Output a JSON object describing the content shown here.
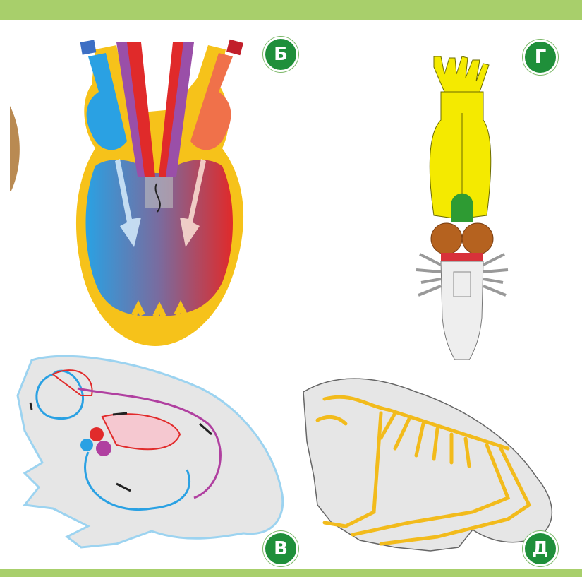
{
  "labels": {
    "b": "Б",
    "g": "Г",
    "v": "В",
    "d": "Д"
  },
  "colors": {
    "frame_green": "#a8cf6b",
    "badge_green": "#1f8f3a",
    "heart_outline": "#f6c21a",
    "venous_blue": "#2aa1e3",
    "arterial_red": "#e12b2b",
    "brain_yellow": "#f4ea00",
    "brain_green": "#2e9b33",
    "brain_brown": "#b5621f",
    "frog_gray": "#e6e6e6",
    "nerve_yellow": "#f2bb1c"
  }
}
